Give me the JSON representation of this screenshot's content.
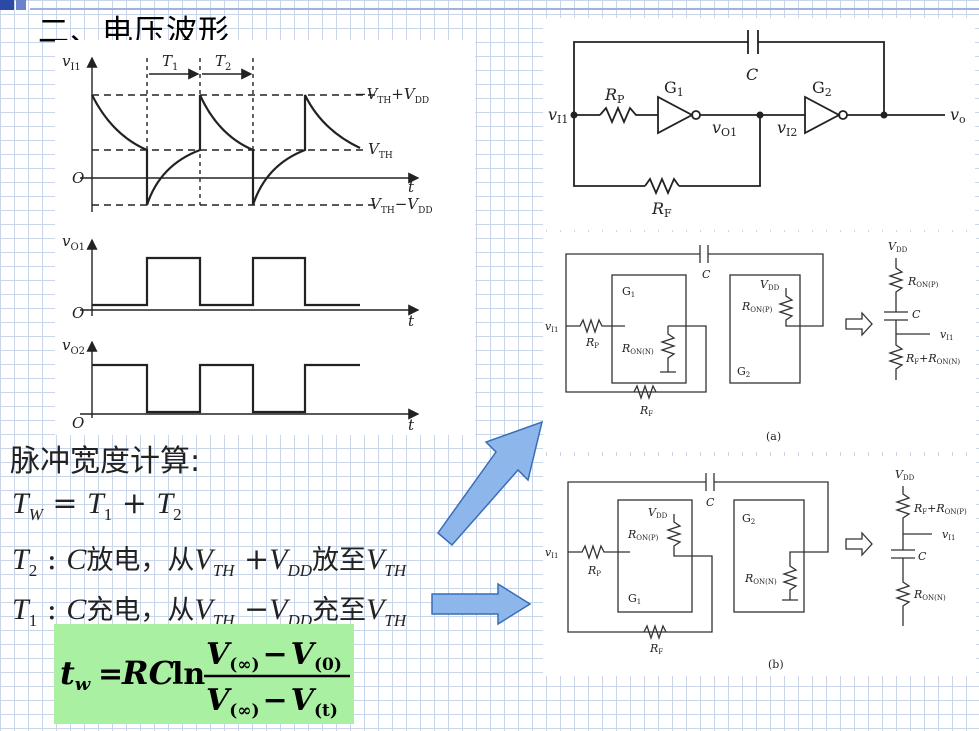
{
  "title": "二、电压波形",
  "waveforms": {
    "T1": "T",
    "T1_sub": "1",
    "T2": "T",
    "T2_sub": "2",
    "vI1": "v",
    "vI1_sub": "I1",
    "vO1": "v",
    "vO1_sub": "O1",
    "vO2": "v",
    "vO2_sub": "O2",
    "origin": "O",
    "t": "t",
    "level_high": "V",
    "level_high_sub": "TH",
    "level_high_rest": "+V",
    "level_high_sub2": "DD",
    "level_th": "V",
    "level_th_sub": "TH",
    "level_low": "V",
    "level_low_sub": "TH",
    "level_low_rest": "−V",
    "level_low_sub2": "DD"
  },
  "circuit_top": {
    "vI1": "v",
    "vI1_sub": "I1",
    "RP": "R",
    "RP_sub": "P",
    "G1": "G",
    "G1_sub": "1",
    "vO1": "v",
    "vO1_sub": "O1",
    "vI2": "v",
    "vI2_sub": "I2",
    "G2": "G",
    "G2_sub": "2",
    "C": "C",
    "vo": "v",
    "vo_sub": "o",
    "RF": "R",
    "RF_sub": "F"
  },
  "circuit_a": {
    "caption": "(a)",
    "G1": "G",
    "G1_sub": "1",
    "G2": "G",
    "G2_sub": "2",
    "C": "C",
    "VDD": "V",
    "VDD_sub": "DD",
    "RON_P": "R",
    "RON_P_sub": "ON(P)",
    "RON_N": "R",
    "RON_N_sub": "ON(N)",
    "vI1": "v",
    "vI1_sub": "I1",
    "RP": "R",
    "RP_sub": "P",
    "RF": "R",
    "RF_sub": "F",
    "eq_VDD": "V",
    "eq_VDD_sub": "DD",
    "eq_RON_P": "R",
    "eq_RON_P_sub": "ON(P)",
    "eq_C": "C",
    "eq_vI1": "v",
    "eq_vI1_sub": "I1",
    "eq_RF": "R",
    "eq_RF_sub": "F",
    "eq_RF_plus": "+R",
    "eq_RF_sub2": "ON(N)"
  },
  "circuit_b": {
    "caption": "(b)",
    "G1": "G",
    "G1_sub": "1",
    "G2": "G",
    "G2_sub": "2",
    "C": "C",
    "VDD": "V",
    "VDD_sub": "DD",
    "RON_P": "R",
    "RON_P_sub": "ON(P)",
    "RON_N": "R",
    "RON_N_sub": "ON(N)",
    "vI1": "v",
    "vI1_sub": "I1",
    "RP": "R",
    "RP_sub": "P",
    "RF": "R",
    "RF_sub": "F",
    "eq_VDD": "V",
    "eq_VDD_sub": "DD",
    "eq_RF": "R",
    "eq_RF_sub": "F",
    "eq_RF_plus": "+R",
    "eq_RF_sub2": "ON(P)",
    "eq_vI1": "v",
    "eq_vI1_sub": "I1",
    "eq_C": "C",
    "eq_RON_N": "R",
    "eq_RON_N_sub": "ON(N)"
  },
  "calc": {
    "heading": "脉冲宽度计算:",
    "tw_lhs": "T",
    "tw_lhs_sub": "W",
    "tw_eq": " = ",
    "tw_t1": "T",
    "tw_t1_sub": "1",
    "tw_plus": " + ",
    "tw_t2": "T",
    "tw_t2_sub": "2",
    "t2_T": "T",
    "t2_sub": "2",
    "t2_colon": " : ",
    "t2_C": "C",
    "t2_text1": "放电，从",
    "t2_V1": "V",
    "t2_V1_sub": "TH",
    "t2_plus": " +",
    "t2_V2": "V",
    "t2_V2_sub": "DD",
    "t2_text2": "放至",
    "t2_V3": "V",
    "t2_V3_sub": "TH",
    "t1_T": "T",
    "t1_sub": "1",
    "t1_colon": " : ",
    "t1_C": "C",
    "t1_text1": "充电，从",
    "t1_V1": "V",
    "t1_V1_sub": "TH",
    "t1_minus": " −",
    "t1_V2": "V",
    "t1_V2_sub": "DD",
    "t1_text2": "充至",
    "t1_V3": "V",
    "t1_V3_sub": "TH"
  },
  "formula": {
    "lhs": "t",
    "lhs_sub": "w",
    "equals": "=",
    "rc": "RC",
    "ln": "ln",
    "num_v1": "V",
    "num_v1_sub": "(∞)",
    "num_minus": "−",
    "num_v2": "V",
    "num_v2_sub": "(0)",
    "den_v1": "V",
    "den_v1_sub": "(∞)",
    "den_minus": "−",
    "den_v2": "V",
    "den_v2_sub": "(t)"
  }
}
